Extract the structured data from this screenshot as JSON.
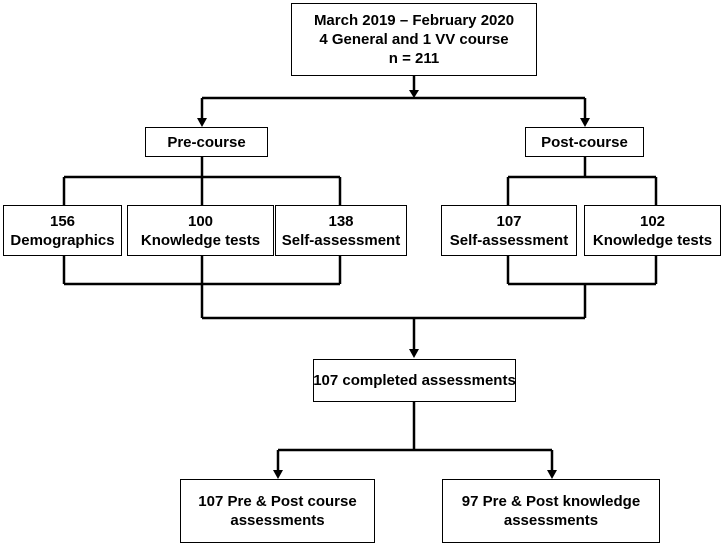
{
  "diagram": {
    "top": {
      "line1": "March 2019 – February 2020",
      "line2": "4 General and 1 VV course",
      "line3": "n = 211"
    },
    "pre_course": "Pre-course",
    "post_course": "Post-course",
    "pre_demographics": {
      "count": "156",
      "label": "Demographics"
    },
    "pre_knowledge": {
      "count": "100",
      "label": "Knowledge tests"
    },
    "pre_self": {
      "count": "138",
      "label": "Self-assessment"
    },
    "post_self": {
      "count": "107",
      "label": "Self-assessment"
    },
    "post_knowledge": {
      "count": "102",
      "label": "Knowledge tests"
    },
    "completed": "107 completed assessments",
    "final_course": {
      "line1": "107 Pre & Post course",
      "line2": "assessments"
    },
    "final_knowledge": {
      "line1": "97 Pre & Post knowledge",
      "line2": "assessments"
    }
  }
}
